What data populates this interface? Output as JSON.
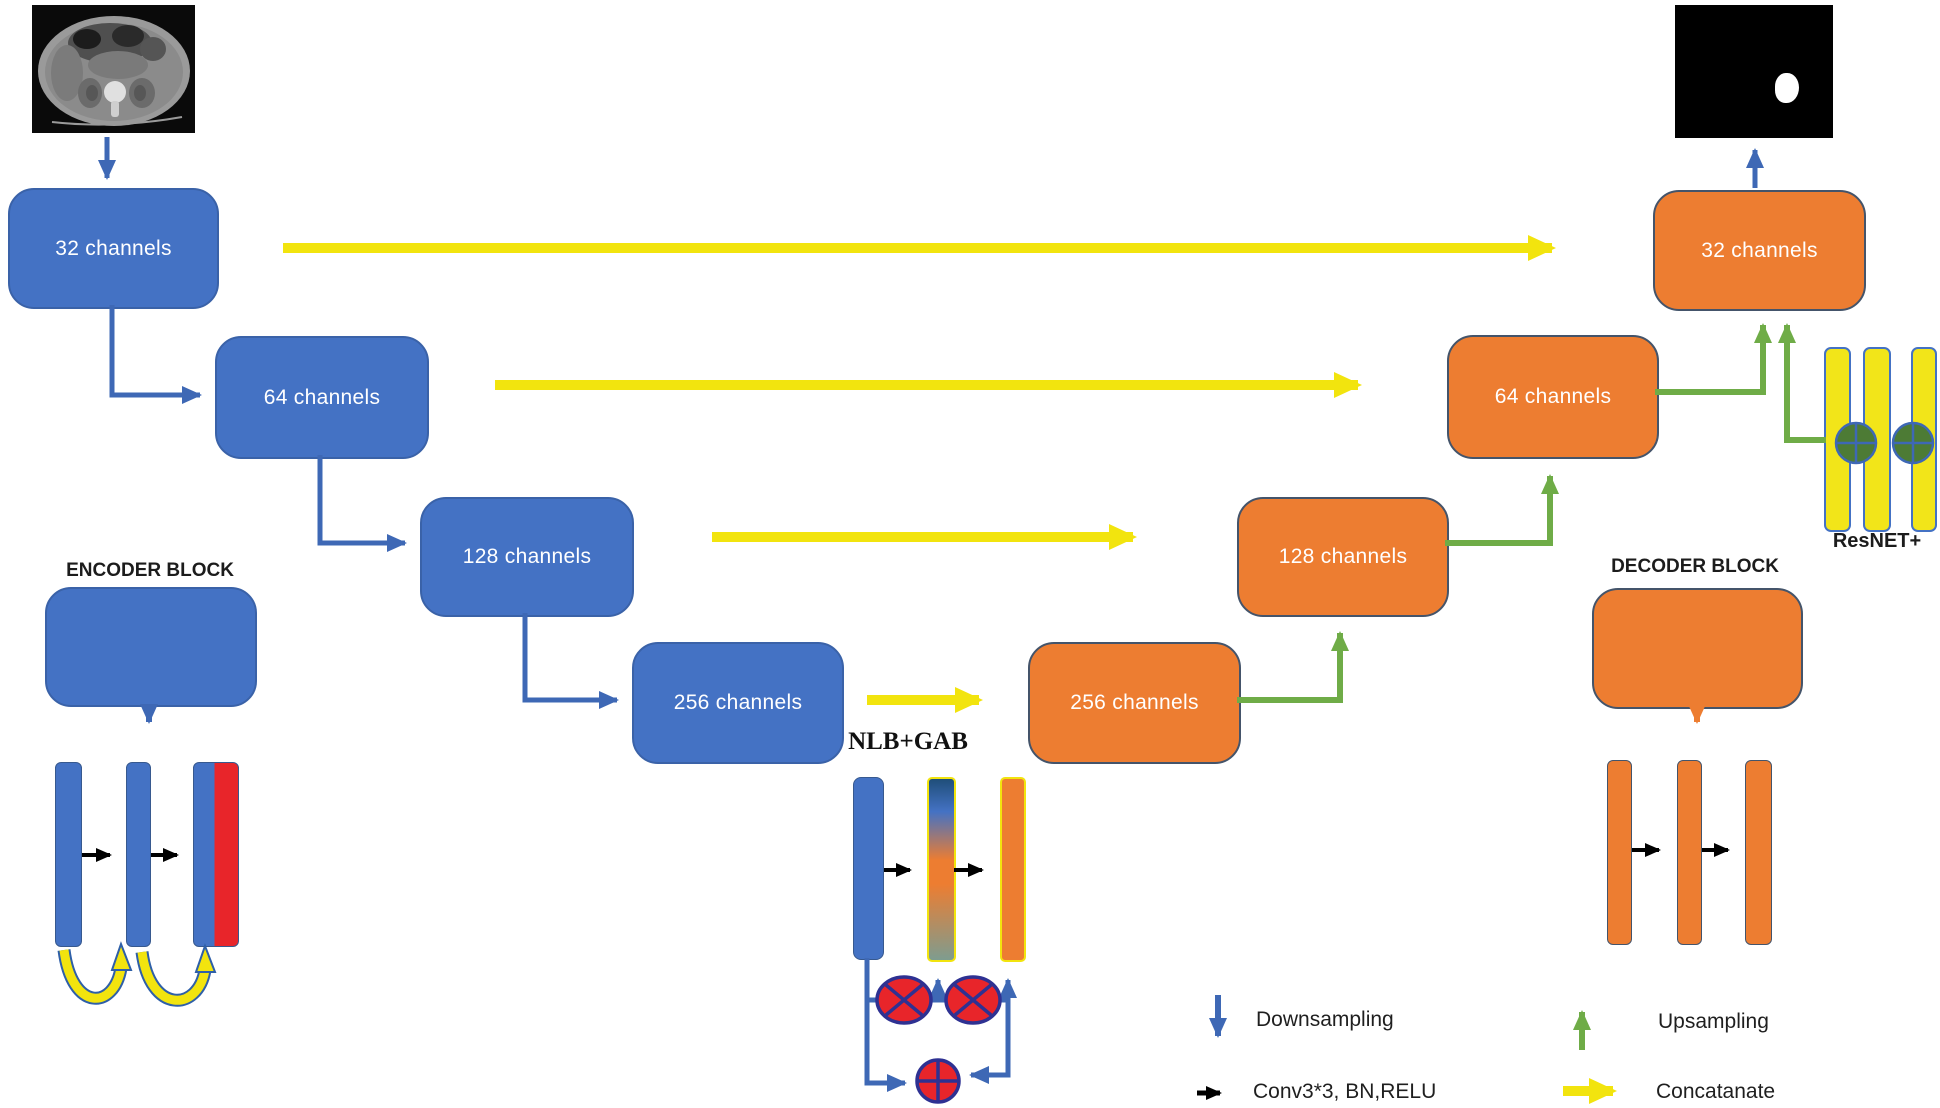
{
  "diagram": {
    "title_images": {
      "input_image": "abdominal-ct-scan",
      "output_image": "segmentation-mask"
    },
    "encoder_boxes": [
      {
        "label": "32 channels"
      },
      {
        "label": "64 channels"
      },
      {
        "label": "128 channels"
      },
      {
        "label": "256 channels"
      }
    ],
    "decoder_boxes": [
      {
        "label": "256 channels"
      },
      {
        "label": "128 channels"
      },
      {
        "label": "64 channels"
      },
      {
        "label": "32 channels"
      }
    ],
    "labels": {
      "encoder_block": "ENCODER BLOCK",
      "decoder_block": "DECODER BLOCK",
      "nlb_gab": "NLB+GAB",
      "resnet": "ResNET+"
    },
    "legend": {
      "downsampling": "Downsampling",
      "upsampling": "Upsampling",
      "conv": "Conv3*3, BN,RELU",
      "concatenate": "Concatanate"
    },
    "colors": {
      "encoder_blue": "#4472C4",
      "decoder_orange": "#ED7D31",
      "concat_yellow": "#F2E40E",
      "upsample_green": "#6FAC47",
      "conv_black": "#000000",
      "feature_red": "#E8252A",
      "resnet_bar_yellow": "#F2E519",
      "op_circle_green": "#4D7B35"
    }
  }
}
